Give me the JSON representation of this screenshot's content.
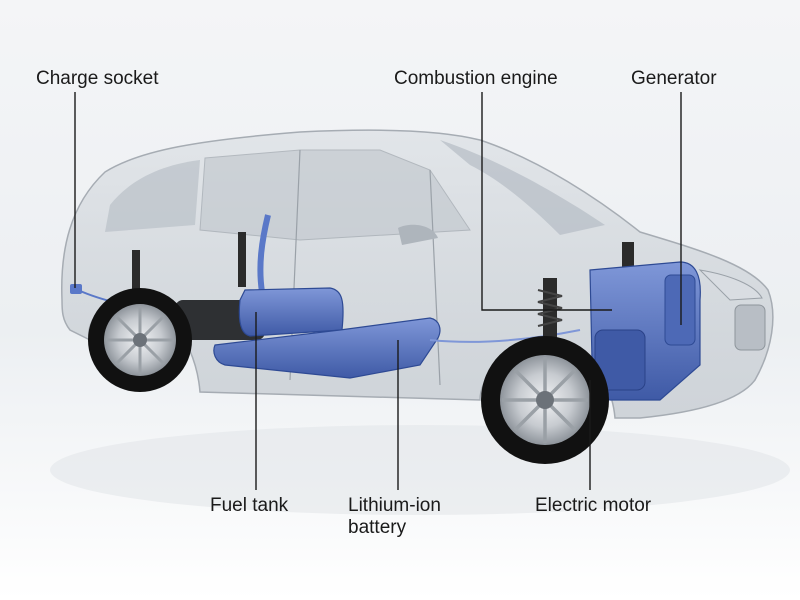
{
  "labels": {
    "charge_socket": "Charge socket",
    "combustion_engine": "Combustion engine",
    "generator": "Generator",
    "fuel_tank": "Fuel tank",
    "lithium_ion_battery": "Lithium-ion\nbattery",
    "electric_motor": "Electric motor"
  },
  "colors": {
    "background": "#eceff2",
    "car_glass": "#c9ced4",
    "car_outline": "#a6acb3",
    "component_blue": "#5a78c8",
    "component_dark": "#3f5aa6",
    "tire": "#111111",
    "rim": "#c8ccd0",
    "leader_line": "#1a1a1a"
  }
}
